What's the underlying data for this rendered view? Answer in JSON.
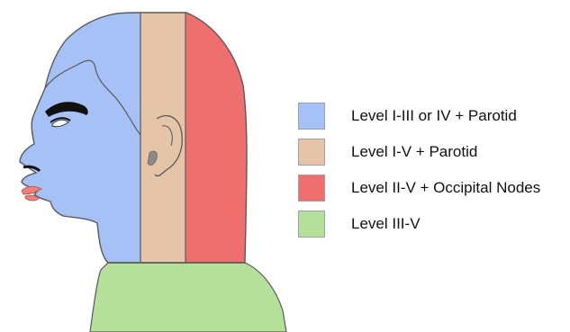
{
  "colors": {
    "outline": "#5a5a5a",
    "skin_blue": "#a6c1f5",
    "tan": "#e5c4a7",
    "red": "#ef6f6e",
    "green": "#b4e09a",
    "eyebrow": "#111111",
    "lips": "#ef7f7c"
  },
  "legend": {
    "items": [
      {
        "label": "Level I-III or IV + Parotid",
        "color": "#a6c1f5",
        "icon": "blue-swatch"
      },
      {
        "label": "Level I-V + Parotid",
        "color": "#e5c4a7",
        "icon": "tan-swatch"
      },
      {
        "label": "Level II-V + Occipital Nodes",
        "color": "#ef6f6e",
        "icon": "red-swatch"
      },
      {
        "label": "Level III-V",
        "color": "#b4e09a",
        "icon": "green-swatch"
      }
    ]
  },
  "diagram": {
    "regions": [
      {
        "name": "blue-region",
        "color": "#a6c1f5"
      },
      {
        "name": "tan-region",
        "color": "#e5c4a7"
      },
      {
        "name": "red-region",
        "color": "#ef6f6e"
      },
      {
        "name": "green-region",
        "color": "#b4e09a"
      }
    ]
  }
}
